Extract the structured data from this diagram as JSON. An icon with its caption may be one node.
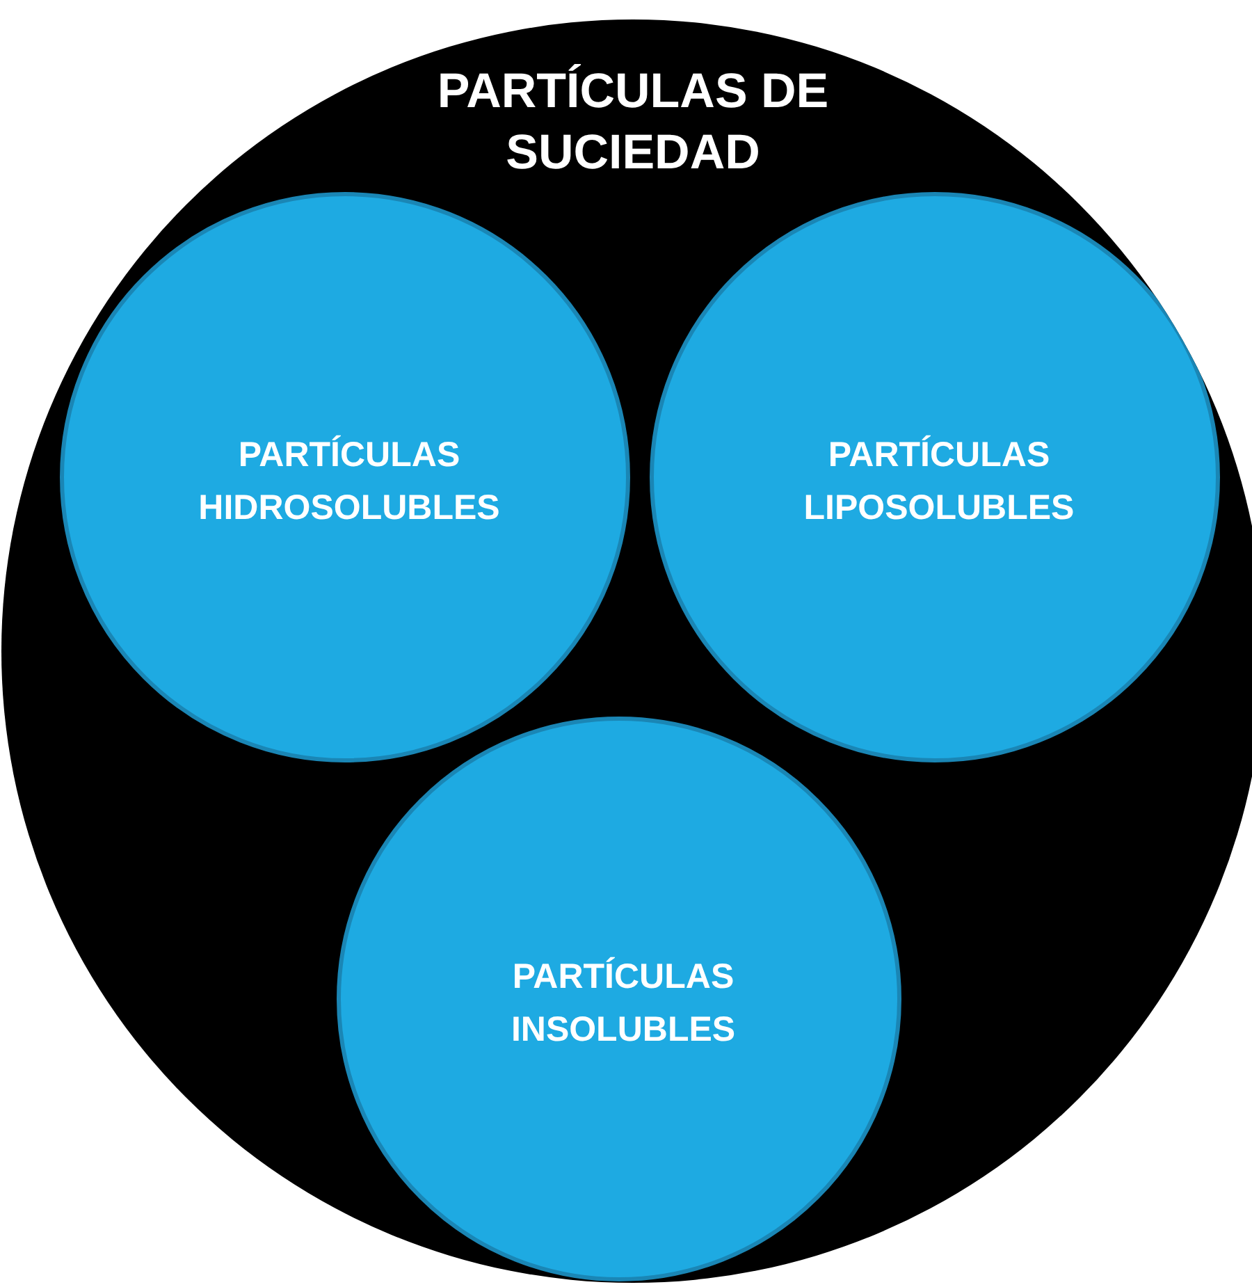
{
  "diagram": {
    "nodes": [
      {
        "text": [
          "PARTÍCULAS DE SUCIEDAD"
        ]
      },
      {
        "text": [
          "PARTÍCULAS HIDROSOLUBLES"
        ],
        "in": 0
      },
      {
        "text": [
          "PARTÍCULAS LIPOSOLUBLES"
        ],
        "in": 0
      },
      {
        "text": [
          "PARTÍCULAS INSOLUBLES"
        ],
        "in": 0
      }
    ]
  }
}
